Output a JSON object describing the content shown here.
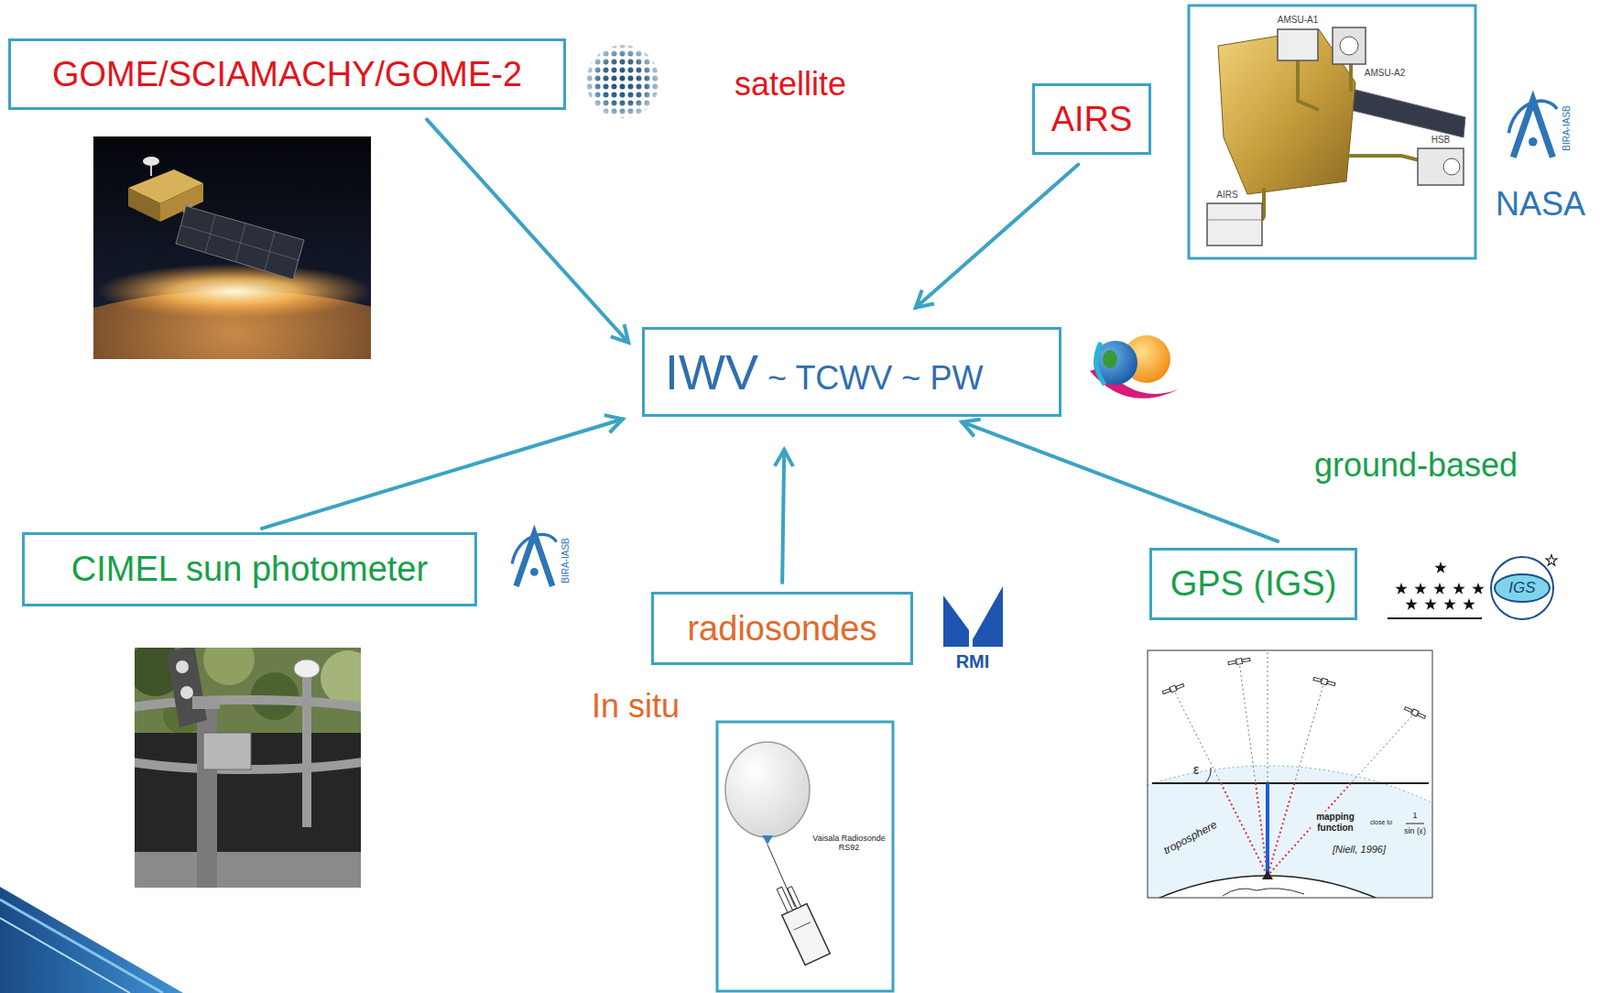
{
  "diagram": {
    "nodes": [
      {
        "text": [
          "GOME/SCIAMACHY/GOME-2"
        ]
      },
      {
        "text": [
          "AIRS"
        ]
      },
      {
        "text": [
          "IWV",
          "~ TCWV ~ PW"
        ]
      },
      {
        "text": [
          "CIMEL sun photometer"
        ]
      },
      {
        "text": [
          "radiosondes"
        ]
      },
      {
        "text": [
          "GPS (IGS)"
        ]
      }
    ],
    "edges": [
      {
        "from": 0,
        "to": 2,
        "arrow": "to"
      },
      {
        "from": 1,
        "to": 2,
        "arrow": "to"
      },
      {
        "from": 3,
        "to": 2,
        "arrow": "to"
      },
      {
        "from": 4,
        "to": 2,
        "arrow": "to"
      },
      {
        "from": 5,
        "to": 2,
        "arrow": "to"
      }
    ],
    "labels": [
      "satellite",
      "NASA",
      "ground-based",
      "In situ",
      "AMSU-A1",
      "AMSU-A2",
      "HSB",
      "AIRS",
      "BIRA-IASB",
      "BIRA-IASB",
      "RMI",
      "IGS",
      "Vaisala Radiosonde RS92",
      "troposphere",
      "mapping function",
      "close to",
      "1",
      "sin (ε)",
      "[Niell, 1996]",
      "ε"
    ]
  }
}
